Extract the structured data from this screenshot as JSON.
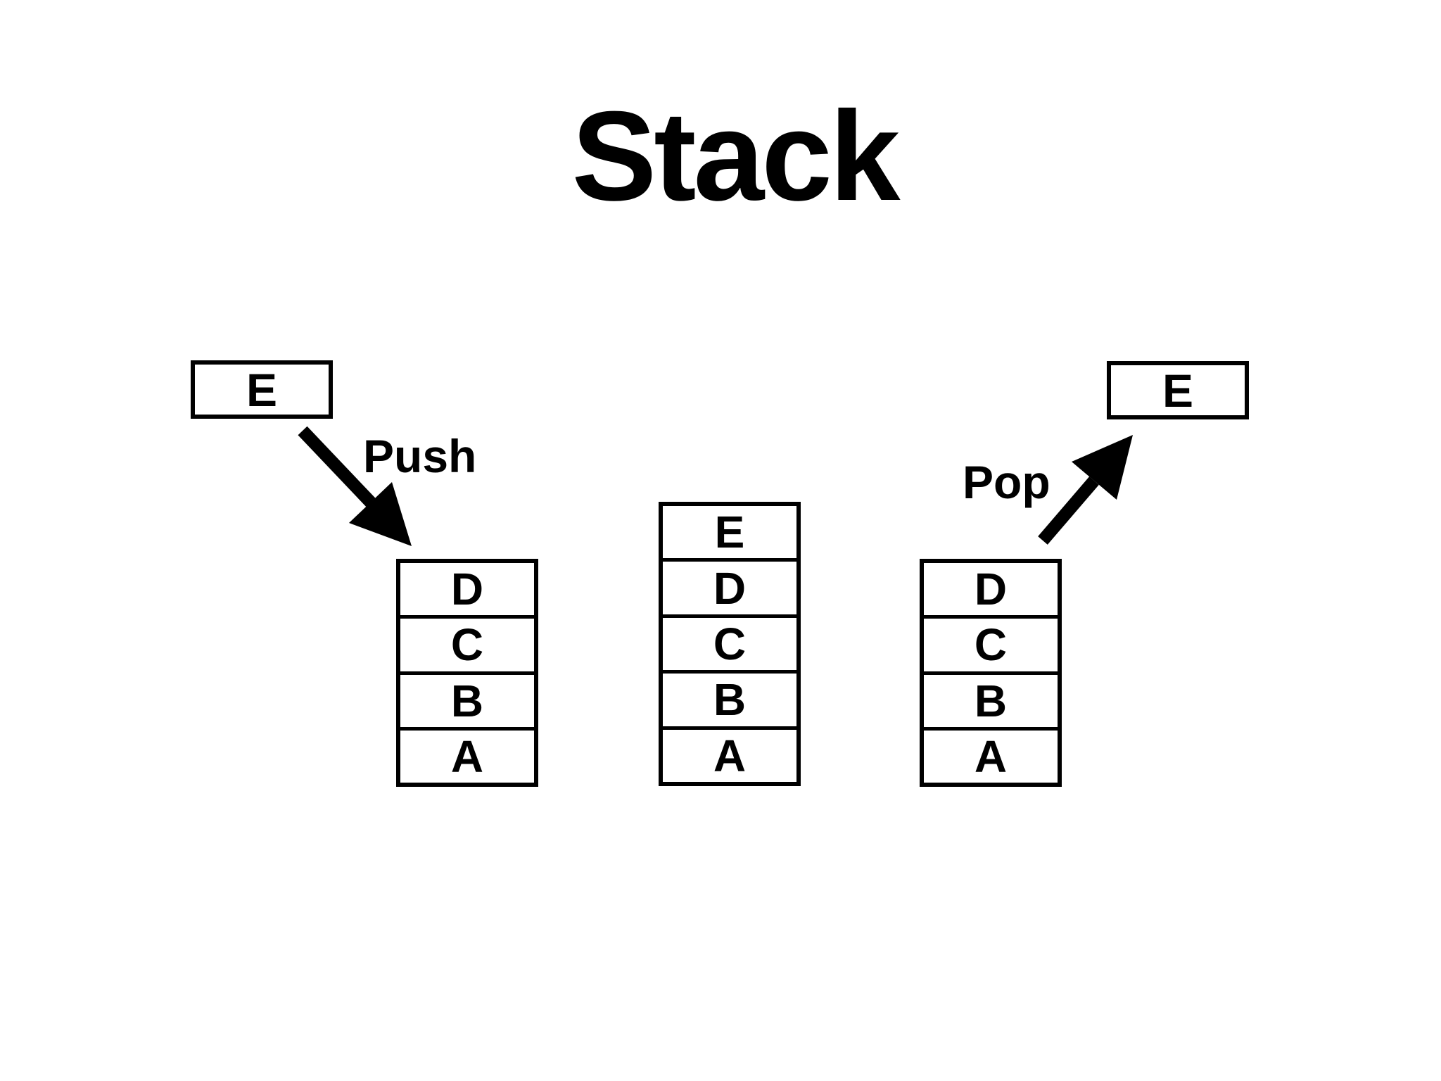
{
  "title": "Stack",
  "push_group": {
    "label": "Push",
    "item": "E"
  },
  "pop_group": {
    "label": "Pop",
    "item": "E"
  },
  "stacks": {
    "left": {
      "cells": [
        "D",
        "C",
        "B",
        "A"
      ]
    },
    "middle": {
      "cells": [
        "E",
        "D",
        "C",
        "B",
        "A"
      ]
    },
    "right": {
      "cells": [
        "D",
        "C",
        "B",
        "A"
      ]
    }
  },
  "colors": {
    "ink": "#000000",
    "background": "#ffffff"
  }
}
